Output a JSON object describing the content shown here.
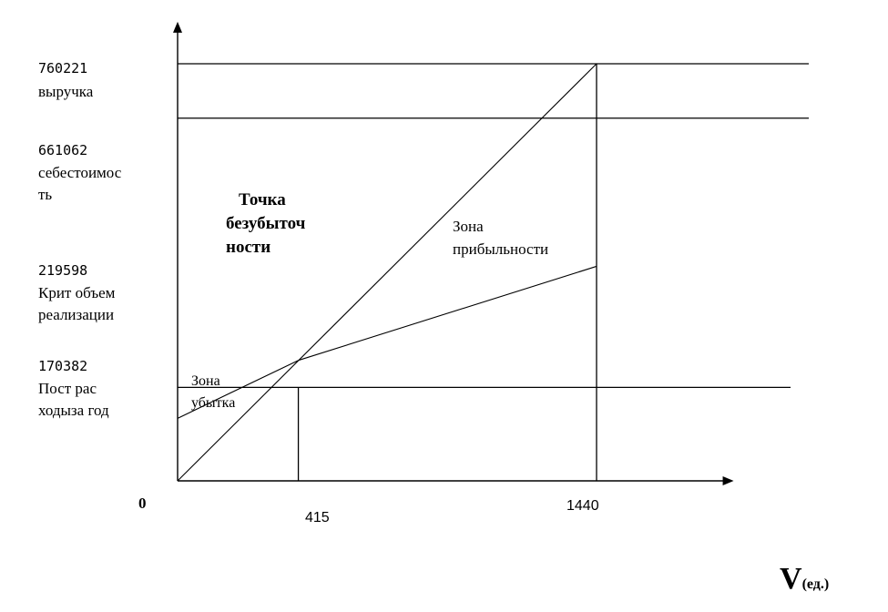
{
  "chart_data": {
    "type": "line",
    "x_unit_label": "V",
    "x_unit_suffix": "(ед.)",
    "origin_label": "0",
    "x_ticks": [
      "415",
      "1440"
    ],
    "x_values": [
      0,
      415,
      1440
    ],
    "x_axis_max": 1880,
    "y_axis_max": 850000,
    "y_levels": [
      {
        "value": 760221,
        "number": "760221",
        "text": [
          "выручка"
        ]
      },
      {
        "value": 661062,
        "number": "661062",
        "text": [
          "себестоимос",
          "ть"
        ]
      },
      {
        "value": 219598,
        "number": "219598",
        "text": [
          "Крит объем",
          "реализации"
        ]
      },
      {
        "value": 170382,
        "number": "170382",
        "text": [
          "Пост рас",
          "ходыза год"
        ]
      }
    ],
    "series": [
      {
        "points": [
          [
            0,
            0
          ],
          [
            1440,
            760221
          ]
        ]
      },
      {
        "points": [
          [
            0,
            114000
          ],
          [
            415,
            219598
          ],
          [
            1440,
            391000
          ]
        ]
      }
    ],
    "annotations": {
      "break_even": [
        "Точка",
        "безубыточ",
        "ности"
      ],
      "profit_zone": [
        "Зона",
        "прибыльности"
      ],
      "loss_zone": [
        "Зона",
        "убытка"
      ]
    }
  }
}
